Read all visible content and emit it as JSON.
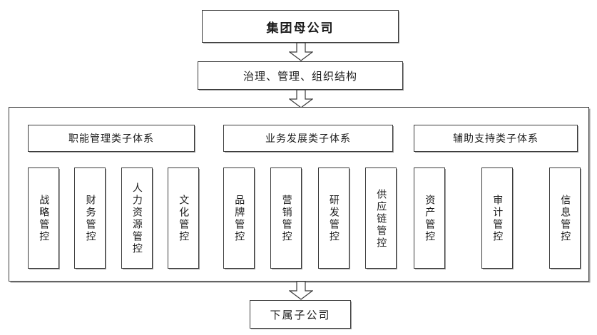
{
  "diagram": {
    "title_node": {
      "label": "集团母公司"
    },
    "governance_node": {
      "label": "治理、管理、组织结构"
    },
    "bottom_node": {
      "label": "下属子公司"
    },
    "arrows": [
      {
        "name": "arrow-root-to-governance",
        "glyph": "down-block-arrow"
      },
      {
        "name": "arrow-governance-to-container",
        "glyph": "down-block-arrow"
      },
      {
        "name": "arrow-container-to-bottom",
        "glyph": "down-block-arrow"
      }
    ],
    "groups": [
      {
        "header": "职能管理类子体系",
        "items": [
          "战略管控",
          "财务管控",
          "人力资源管控",
          "文化管控"
        ]
      },
      {
        "header": "业务发展类子体系",
        "items": [
          "品牌管控",
          "营销管控",
          "研发管控",
          "供应链管控"
        ]
      },
      {
        "header": "辅助支持类子体系",
        "items": [
          "资产管控",
          "审计管控",
          "信息管控"
        ]
      }
    ]
  },
  "colors": {
    "line": "#3a3a3a",
    "shadow": "#9a9a9a",
    "background": "#ffffff",
    "text": "#1a1a1a"
  }
}
